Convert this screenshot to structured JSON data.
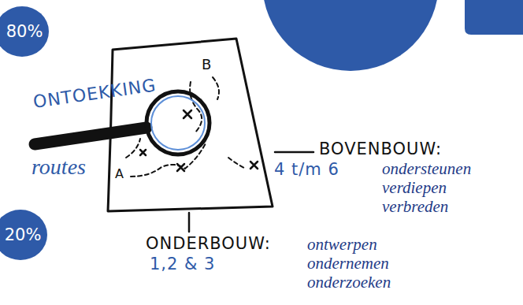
{
  "diagram": {
    "nodes": [
      {
        "text": [
          "80%"
        ]
      },
      {
        "text": [
          "20%"
        ]
      }
    ],
    "labels": [
      "ONTOEKKING",
      "routes",
      "B",
      "A",
      "BOVENBOUW:",
      "4 t/m 6",
      "ondersteunen",
      "verdiepen",
      "verbreden",
      "ONDERBOUW:",
      "1,2 & 3",
      "ontwerpen",
      "ondernemen",
      "onderzoeken"
    ]
  }
}
